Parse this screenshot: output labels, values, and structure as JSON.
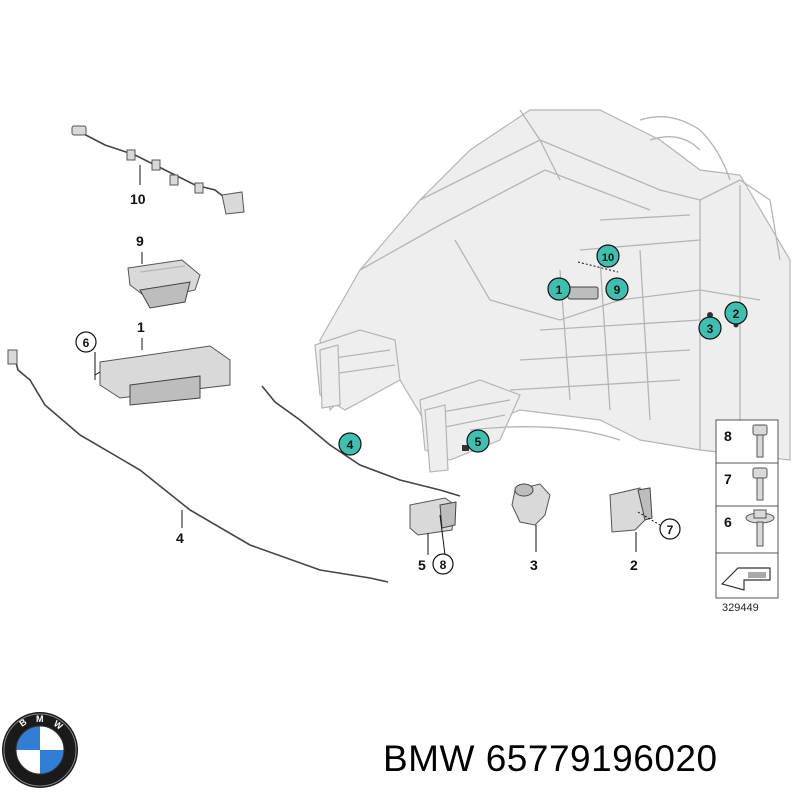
{
  "caption": {
    "brand": "BMW",
    "part_number": "65779196020"
  },
  "logo": {
    "lettering": "BMW"
  },
  "diagram_number": "329449",
  "callouts": {
    "teal_1": "1",
    "teal_2": "2",
    "teal_3": "3",
    "teal_4": "4",
    "teal_5": "5",
    "teal_9": "9",
    "teal_10": "10",
    "white_6": "6",
    "white_7": "7",
    "white_8": "8"
  },
  "part_labels": {
    "p10": "10",
    "p9": "9",
    "p1": "1",
    "p4": "4",
    "p5": "5",
    "p3": "3",
    "p2": "2"
  },
  "fastener_panel": {
    "rows": [
      "8",
      "7",
      "6"
    ]
  },
  "colors": {
    "callout_teal": "#3fbfb0",
    "body_gray": "#eeeeee",
    "part_gray": "#d9d9d9"
  }
}
